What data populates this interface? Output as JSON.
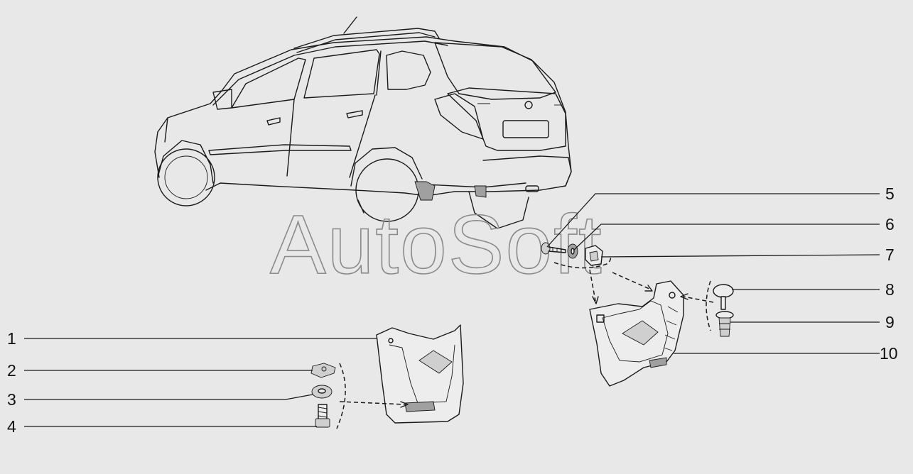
{
  "watermark": "AutoSoft",
  "callouts": {
    "p1": "1",
    "p2": "2",
    "p3": "3",
    "p4": "4",
    "p5": "5",
    "p6": "6",
    "p7": "7",
    "p8": "8",
    "p9": "9",
    "p10": "10"
  }
}
